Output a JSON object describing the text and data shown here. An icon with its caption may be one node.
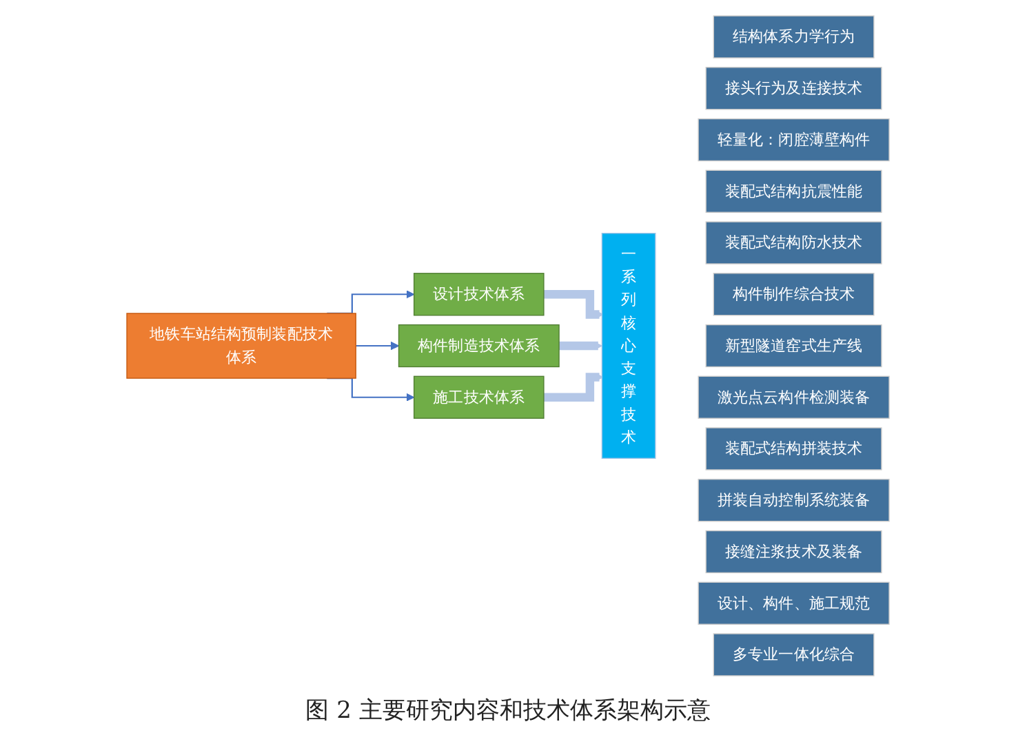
{
  "diagram": {
    "caption": "图 2 主要研究内容和技术体系架构示意",
    "nodes": [
      {
        "text": [
          "地铁车站结构预制装配技术体系"
        ]
      },
      {
        "text": [
          "设计技术体系"
        ]
      },
      {
        "text": [
          "构件制造技术体系"
        ]
      },
      {
        "text": [
          "施工技术体系"
        ]
      },
      {
        "text": [
          "一系列核心支撑技术"
        ]
      },
      {
        "text": [
          "结构体系力学行为"
        ]
      },
      {
        "text": [
          "接头行为及连接技术"
        ]
      },
      {
        "text": [
          "轻量化：闭腔薄壁构件"
        ]
      },
      {
        "text": [
          "装配式结构抗震性能"
        ]
      },
      {
        "text": [
          "装配式结构防水技术"
        ]
      },
      {
        "text": [
          "构件制作综合技术"
        ]
      },
      {
        "text": [
          "新型隧道窑式生产线"
        ]
      },
      {
        "text": [
          "激光点云构件检测装备"
        ]
      },
      {
        "text": [
          "装配式结构拼装技术"
        ]
      },
      {
        "text": [
          "拼装自动控制系统装备"
        ]
      },
      {
        "text": [
          "接缝注浆技术及装备"
        ]
      },
      {
        "text": [
          "设计、构件、施工规范"
        ]
      },
      {
        "text": [
          "多专业一体化综合"
        ]
      }
    ],
    "edges": [
      {
        "from": 0,
        "to": 1,
        "arrow": "to"
      },
      {
        "from": 0,
        "to": 2,
        "arrow": "to"
      },
      {
        "from": 0,
        "to": 3,
        "arrow": "to"
      },
      {
        "from": 1,
        "to": 4,
        "arrow": "to",
        "style": "thick",
        "color": "#b4c7e7"
      },
      {
        "from": 2,
        "to": 4,
        "arrow": "to",
        "style": "thick",
        "color": "#b4c7e7"
      },
      {
        "from": 3,
        "to": 4,
        "arrow": "to",
        "style": "thick",
        "color": "#b4c7e7"
      }
    ]
  }
}
